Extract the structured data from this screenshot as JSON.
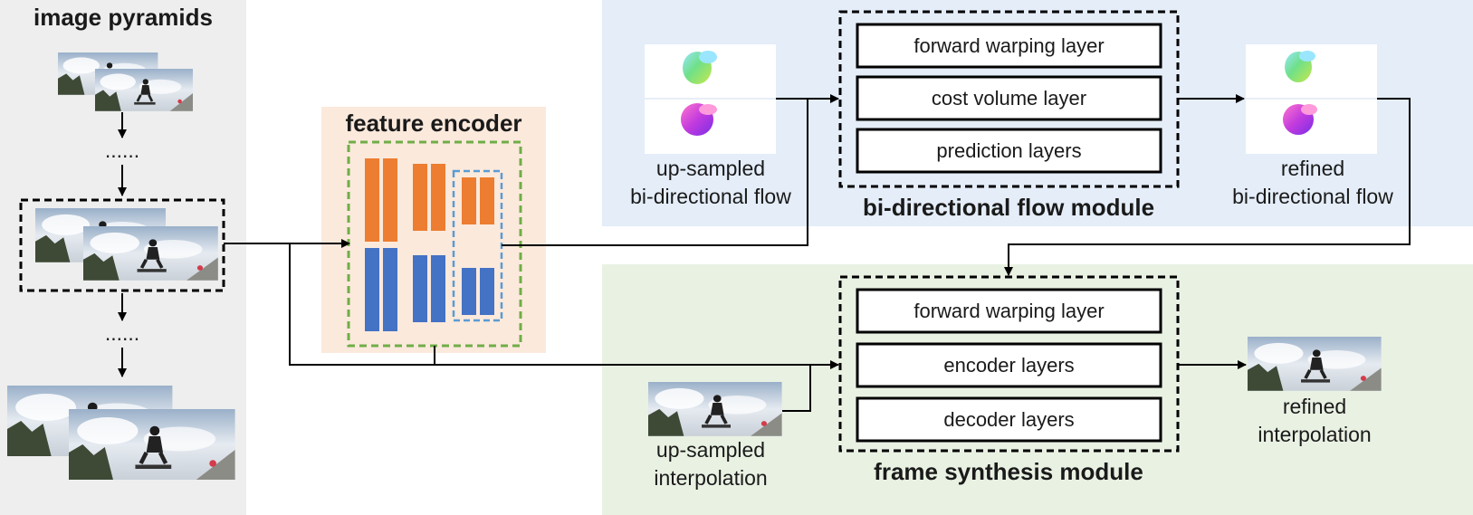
{
  "pyramid": {
    "title": "image pyramids",
    "dots_upper": "......",
    "dots_lower": "......"
  },
  "encoder": {
    "title": "feature encoder"
  },
  "flow_module": {
    "title": "bi-directional flow module",
    "layers": [
      "forward warping layer",
      "cost volume layer",
      "prediction layers"
    ],
    "input_caption": [
      "up-sampled",
      "bi-directional flow"
    ],
    "output_caption": [
      "refined",
      "bi-directional flow"
    ]
  },
  "synthesis_module": {
    "title": "frame synthesis module",
    "layers": [
      "forward warping layer",
      "encoder layers",
      "decoder layers"
    ],
    "input_caption": [
      "up-sampled",
      "interpolation"
    ],
    "output_caption": [
      "refined",
      "interpolation"
    ]
  },
  "colors": {
    "pyramid_bg": "#eeeeee",
    "encoder_bg": "#fbe9dc",
    "flow_bg": "#e4edf8",
    "synthesis_bg": "#e9f1e3",
    "orange_block": "#ed7d31",
    "blue_block": "#4472c4",
    "green_dash": "#70ad47",
    "blue_dash": "#5b9bd5"
  },
  "icons": [
    "photo-thumbnail",
    "flow-field-image",
    "arrow-head"
  ]
}
